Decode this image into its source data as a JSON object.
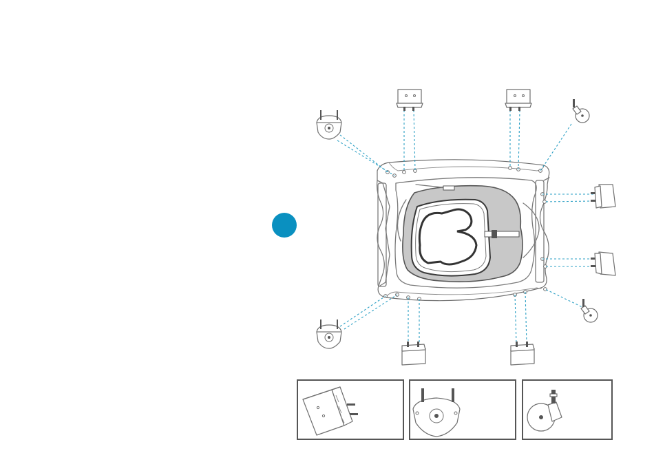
{
  "step_marker": {
    "color": "#0a90c0"
  },
  "colors": {
    "guide_line": "#2a9fc4",
    "outline": "#7a7a7a",
    "seat_fill": "#c8c8c8",
    "seat_stroke": "#555555"
  },
  "parts": {
    "bracket_count": 6,
    "swivel_caster_count": 2,
    "fixed_caster_count": 2,
    "detail_panels": [
      "bracket-detail",
      "swivel-caster-detail",
      "fixed-caster-detail"
    ]
  }
}
